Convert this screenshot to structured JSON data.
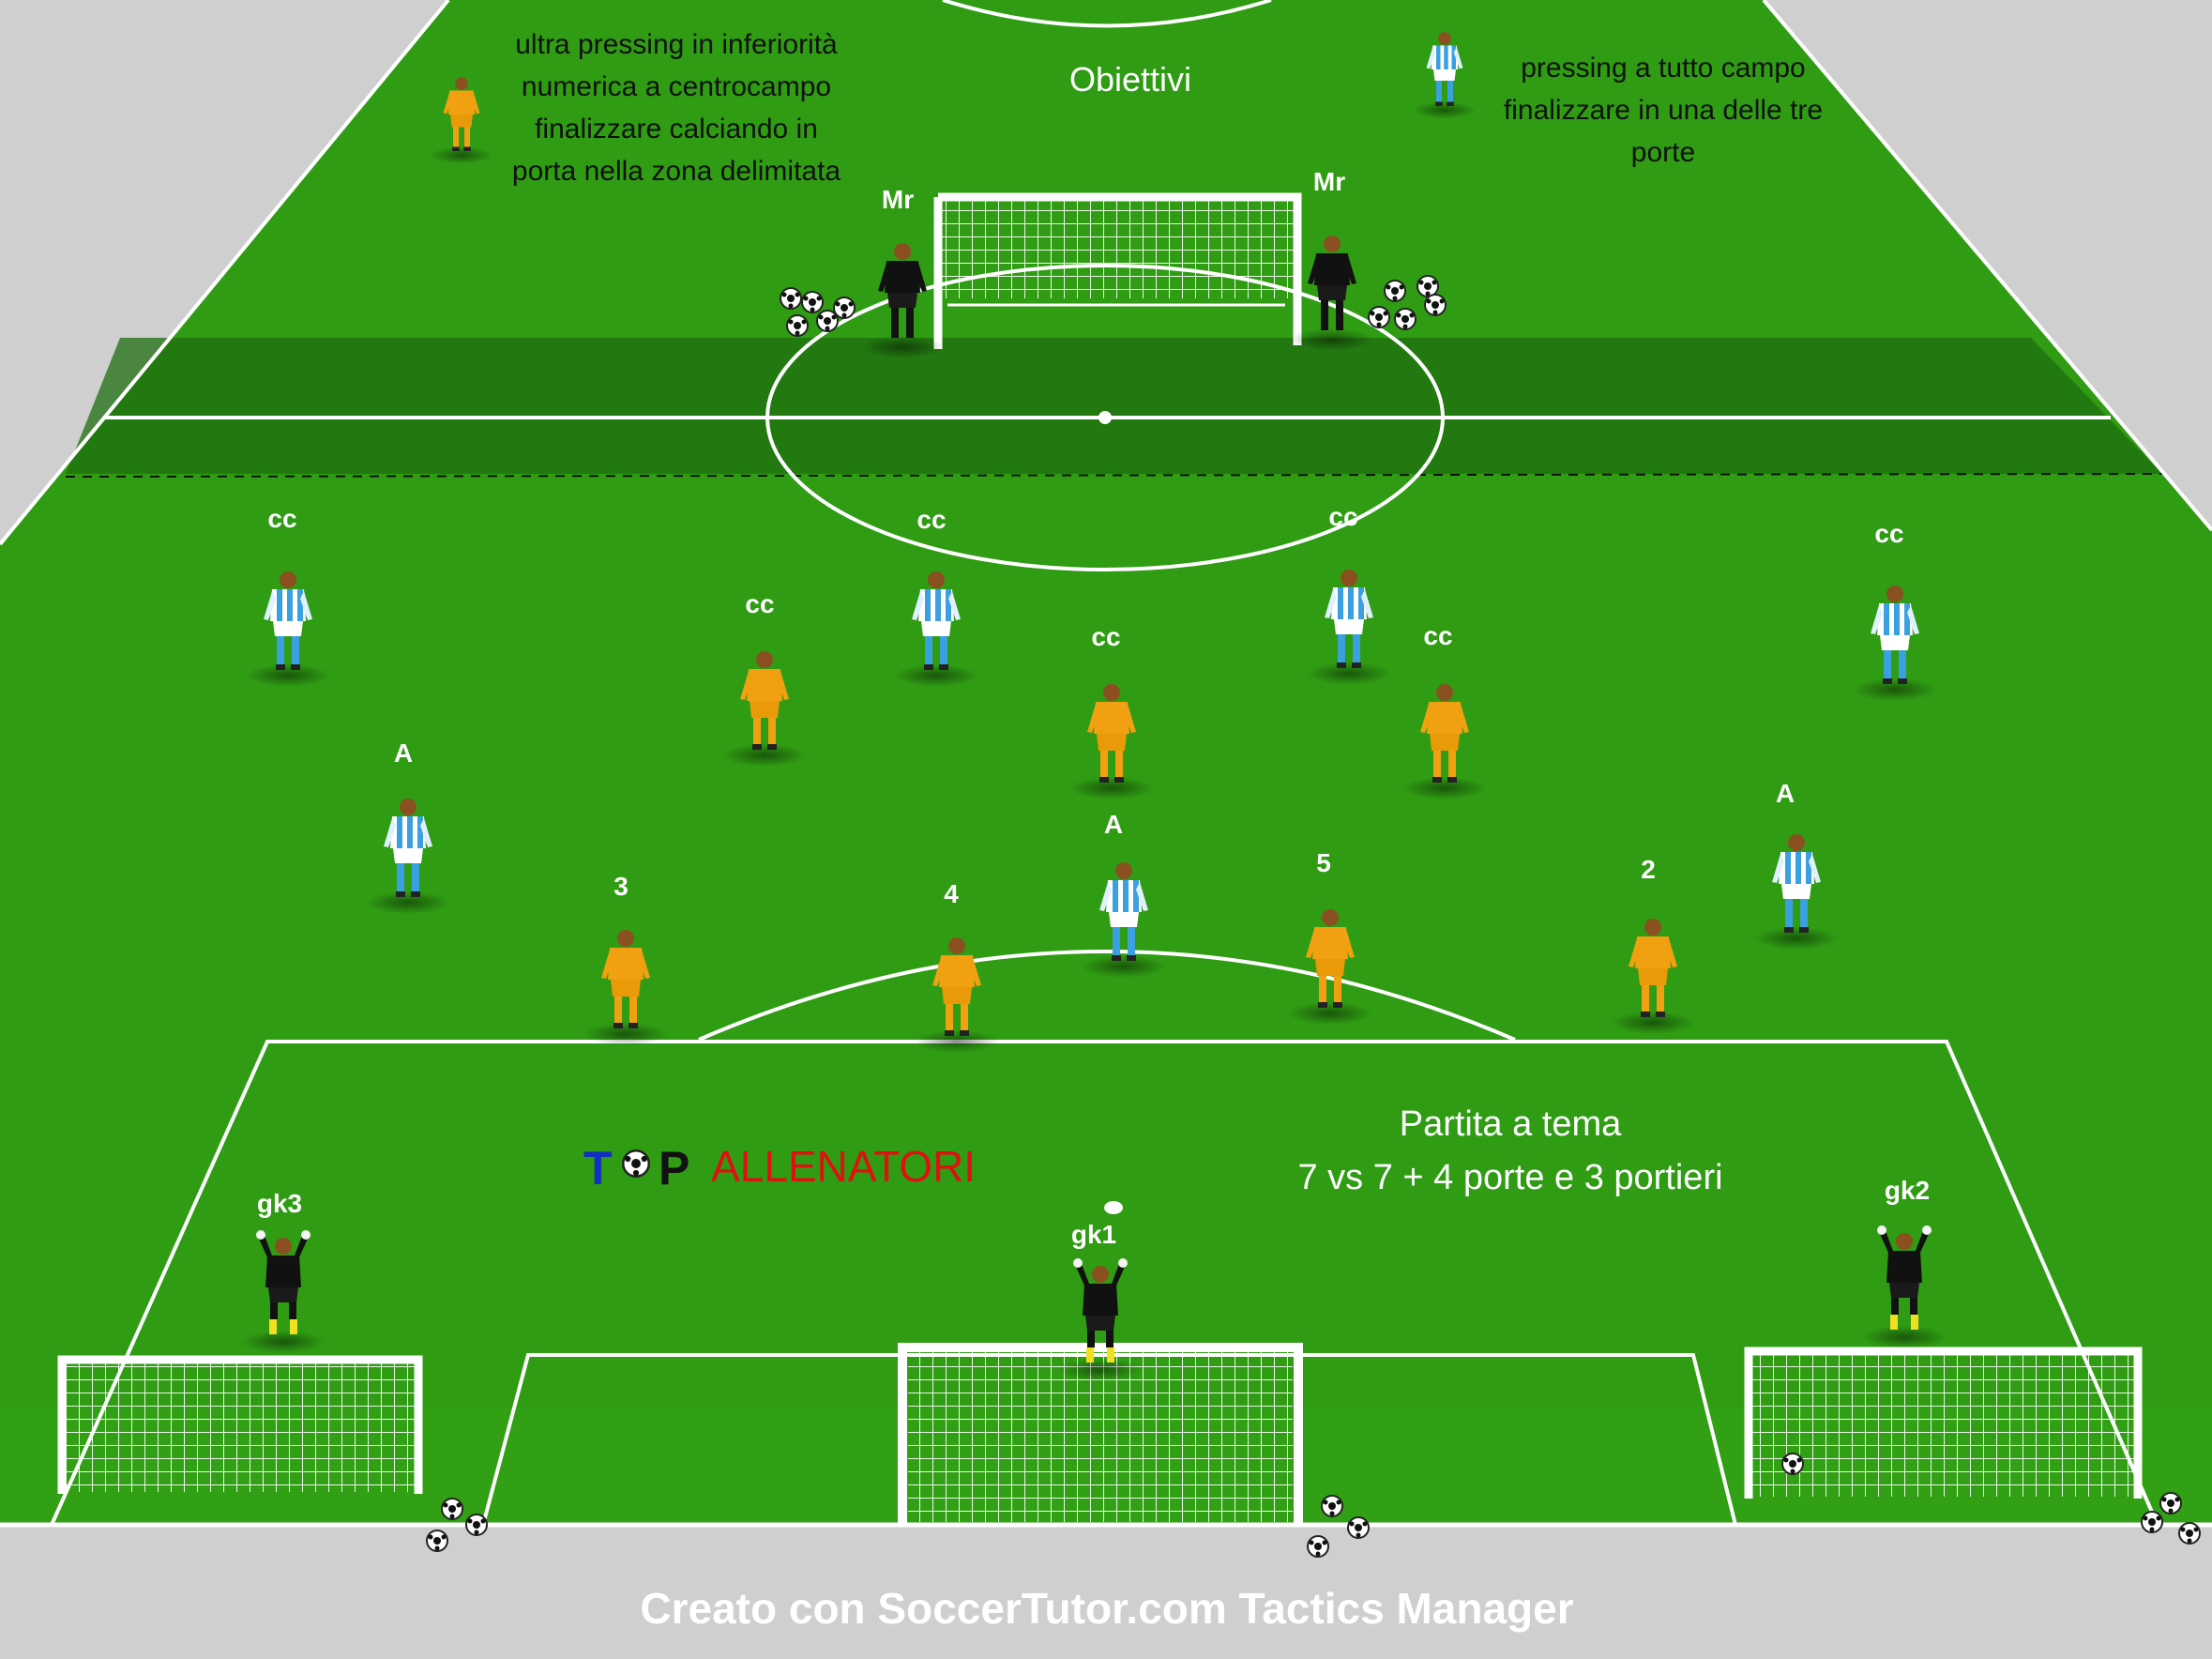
{
  "diagram": {
    "objectives_title": "Obiettivi",
    "orange_team_note": [
      "ultra pressing in inferiorità",
      "numerica a centrocampo",
      "finalizzare calciando in",
      "porta nella zona delimitata"
    ],
    "blue_team_note": [
      "pressing a tutto campo",
      "finalizzare in una delle tre",
      "porte"
    ],
    "game_title": [
      "Partita a tema",
      "7 vs 7 + 4 porte e 3 portieri"
    ],
    "logo": {
      "t": "T",
      "p": "P",
      "name": "ALLENATORI"
    },
    "footer": "Creato con SoccerTutor.com Tactics Manager",
    "labels": {
      "mr_left": "Mr",
      "mr_right": "Mr",
      "blue_cc_1": "cc",
      "blue_cc_2": "cc",
      "blue_cc_3": "cc",
      "blue_cc_4": "cc",
      "orange_cc_1": "cc",
      "orange_cc_2": "cc",
      "orange_cc_3": "cc",
      "blue_a_left": "A",
      "blue_a_center": "A",
      "blue_a_right": "A",
      "orange_3": "3",
      "orange_4": "4",
      "orange_5": "5",
      "orange_2": "2",
      "gk1": "gk1",
      "gk2": "gk2",
      "gk3": "gk3"
    },
    "colors": {
      "pitch": "#2f9c13",
      "zone": "#1f6d10",
      "orange_kit": "#f0a010",
      "blue_stripe": "#3aa0e0",
      "logo_blue": "#1030c0",
      "logo_red": "#e01010"
    }
  }
}
